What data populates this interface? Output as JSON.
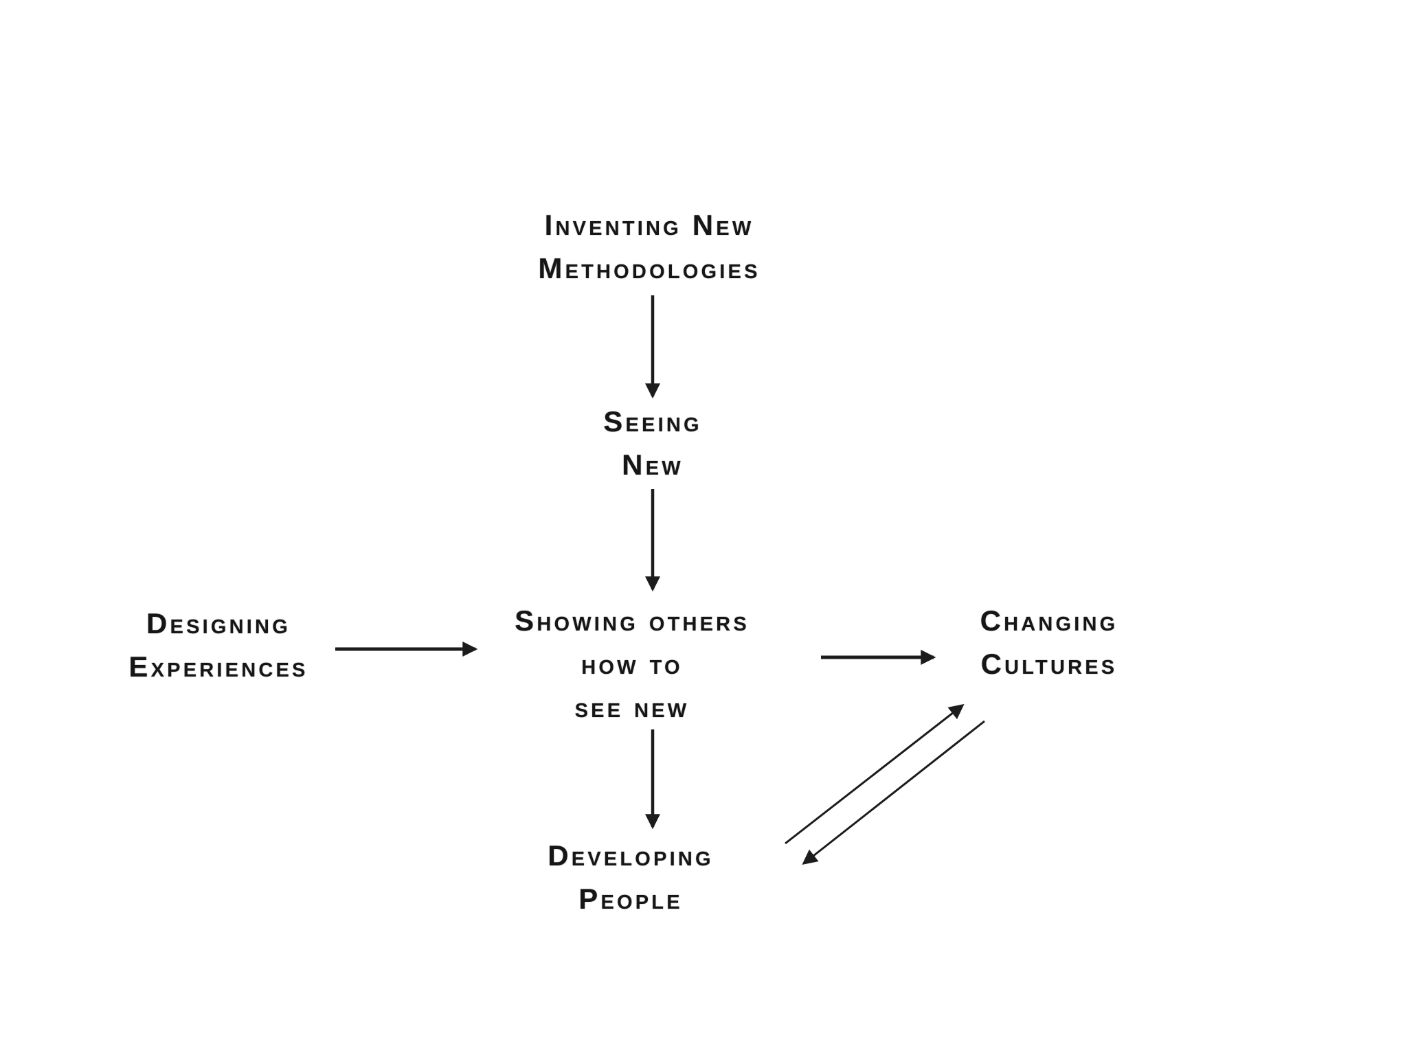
{
  "diagram": {
    "title": "Change flow diagram",
    "background_color": "#ffffff",
    "text_color": "#161616",
    "arrow_color": "#1c1c1c",
    "nodes": {
      "inventing": {
        "lines": [
          "Inventing New",
          "Methodologies"
        ],
        "label": "Inventing New Methodologies"
      },
      "seeing": {
        "lines": [
          "Seeing",
          "New"
        ],
        "label": "Seeing New"
      },
      "showing": {
        "lines": [
          "Showing others",
          "how to",
          "see new"
        ],
        "label": "Showing others how to see new"
      },
      "designing": {
        "lines": [
          "Designing",
          "Experiences"
        ],
        "label": "Designing Experiences"
      },
      "changing": {
        "lines": [
          "Changing",
          "Cultures"
        ],
        "label": "Changing Cultures"
      },
      "developing": {
        "lines": [
          "Developing",
          "People"
        ],
        "label": "Developing People"
      }
    },
    "edges": [
      {
        "from": "Inventing New Methodologies",
        "to": "Seeing New",
        "direction": "down"
      },
      {
        "from": "Seeing New",
        "to": "Showing others how to see new",
        "direction": "down"
      },
      {
        "from": "Designing Experiences",
        "to": "Showing others how to see new",
        "direction": "right"
      },
      {
        "from": "Showing others how to see new",
        "to": "Changing Cultures",
        "direction": "right"
      },
      {
        "from": "Showing others how to see new",
        "to": "Developing People",
        "direction": "down"
      },
      {
        "from": "Developing People",
        "to": "Changing Cultures",
        "direction": "up-right"
      },
      {
        "from": "Changing Cultures",
        "to": "Developing People",
        "direction": "down-left"
      }
    ]
  }
}
